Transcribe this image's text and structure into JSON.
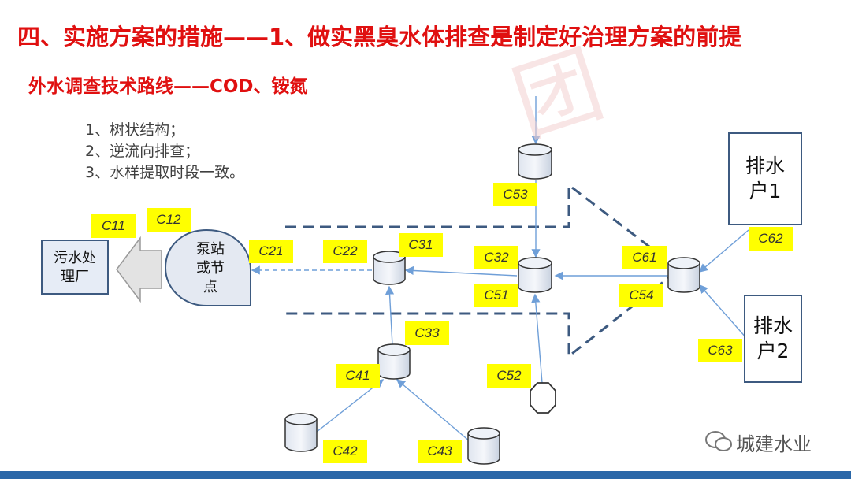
{
  "header": {
    "title": "四、实施方案的措施——1、做实黑臭水体排查是制定好治理方案的前提",
    "subtitle": "外水调查技术路线——COD、铵氮"
  },
  "notes": [
    "1、树状结构；",
    "2、逆流向排查；",
    "3、水样提取时段一致。"
  ],
  "nodes": {
    "plant": [
      "污水处",
      "理厂"
    ],
    "pump": [
      "泵站",
      "或节",
      "点"
    ],
    "household1": [
      "排水",
      "户1"
    ],
    "household2": [
      "排水",
      "户2"
    ]
  },
  "tags": {
    "c11": "C11",
    "c12": "C12",
    "c21": "C21",
    "c22": "C22",
    "c31": "C31",
    "c32": "C32",
    "c33": "C33",
    "c41": "C41",
    "c42": "C42",
    "c43": "C43",
    "c51": "C51",
    "c52": "C52",
    "c53": "C53",
    "c54": "C54",
    "c61": "C61",
    "c62": "C62",
    "c63": "C63"
  },
  "brand": {
    "wechat_account": "城建水业"
  },
  "watermark": "团",
  "colors": {
    "title_red": "#e01010",
    "tag_yellow": "#ffff00",
    "line_blue": "#6f9fd8",
    "dash_blue": "#3d5a80",
    "bar_blue": "#2a67a8"
  }
}
